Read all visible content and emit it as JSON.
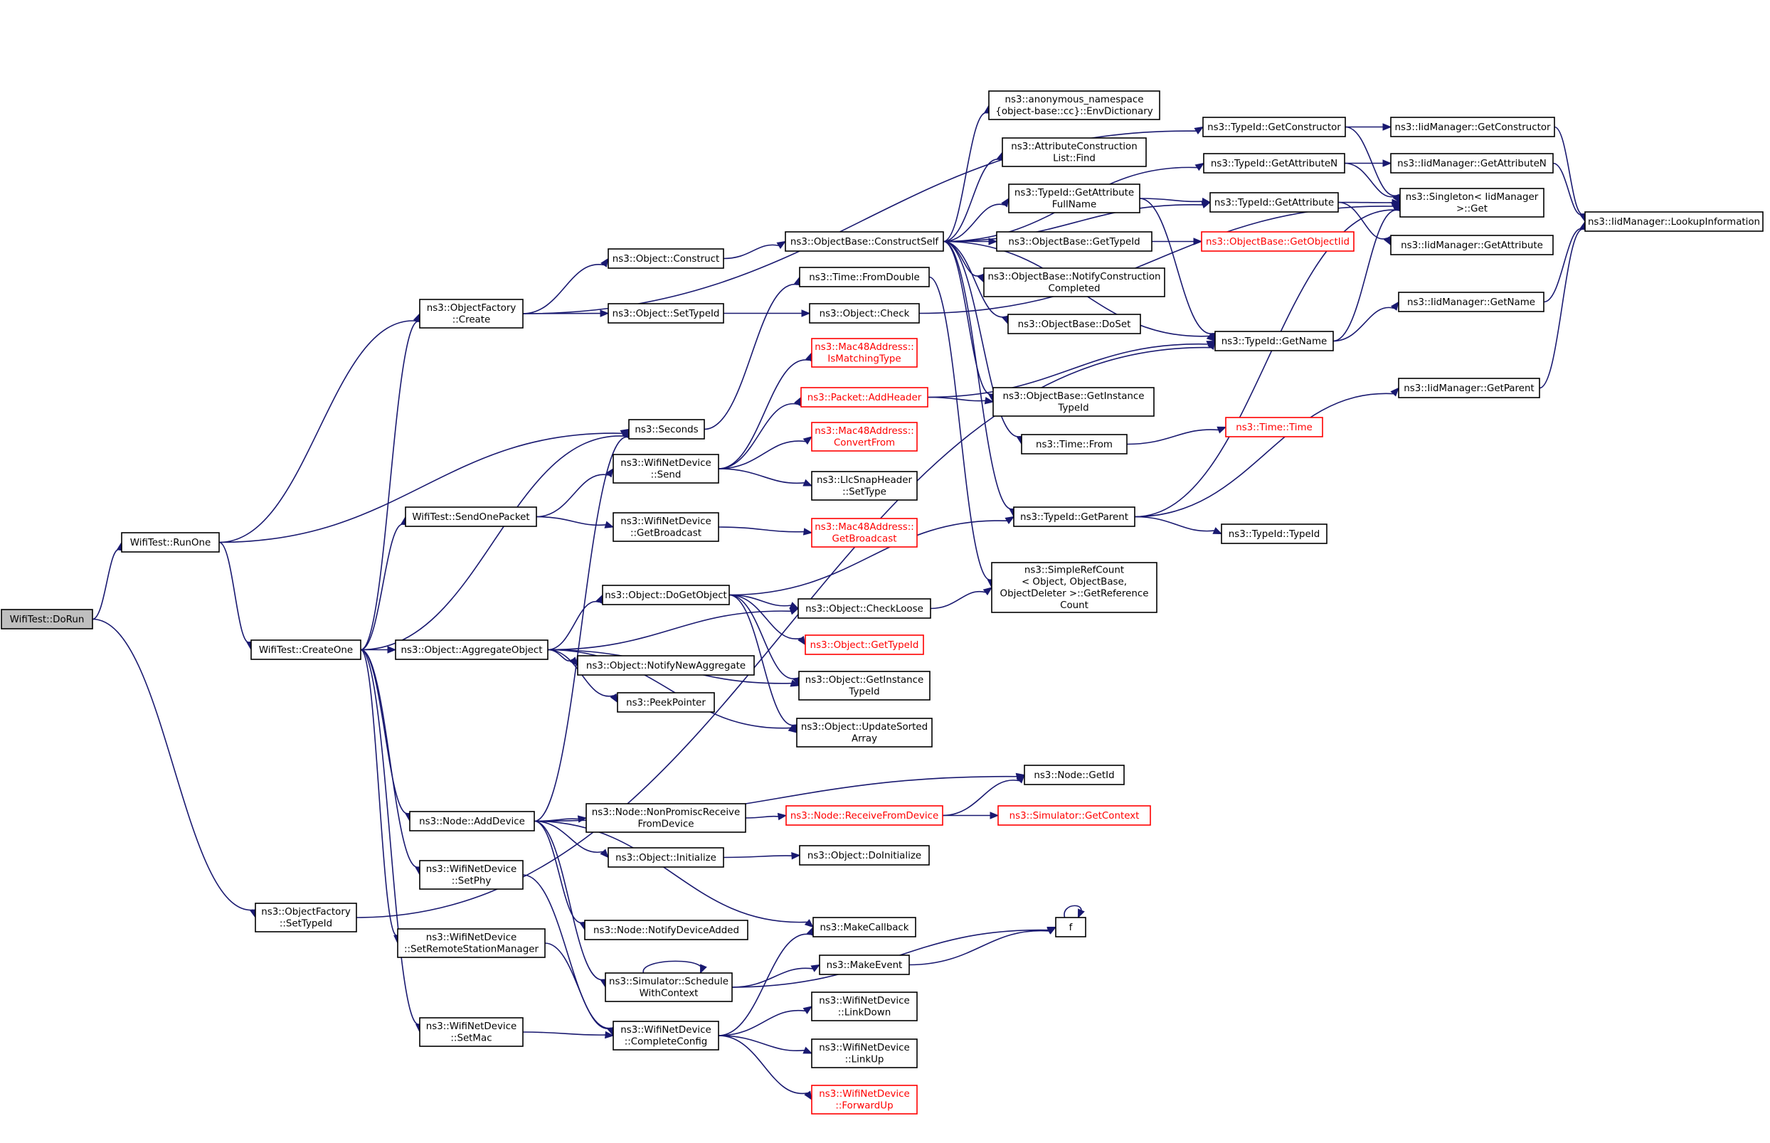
{
  "colors": {
    "edge": "#191970",
    "node_border": "#000000",
    "missing_link": "#ff0000",
    "root_fill": "#bfbfbf"
  },
  "nodes": [
    {
      "id": "dorun",
      "lines": [
        "WifiTest::DoRun"
      ],
      "style": "root"
    },
    {
      "id": "runone",
      "lines": [
        "WifiTest::RunOne"
      ]
    },
    {
      "id": "createone",
      "lines": [
        "WifiTest::CreateOne"
      ]
    },
    {
      "id": "ofsettypeid",
      "lines": [
        "ns3::ObjectFactory",
        "::SetTypeId"
      ]
    },
    {
      "id": "ofcreate",
      "lines": [
        "ns3::ObjectFactory",
        "::Create"
      ]
    },
    {
      "id": "seconds",
      "lines": [
        "ns3::Seconds"
      ]
    },
    {
      "id": "sendonepacket",
      "lines": [
        "WifiTest::SendOnePacket"
      ]
    },
    {
      "id": "aggregate",
      "lines": [
        "ns3::Object::AggregateObject"
      ]
    },
    {
      "id": "adddevice",
      "lines": [
        "ns3::Node::AddDevice"
      ]
    },
    {
      "id": "setphy",
      "lines": [
        "ns3::WifiNetDevice",
        "::SetPhy"
      ]
    },
    {
      "id": "setrsm",
      "lines": [
        "ns3::WifiNetDevice",
        "::SetRemoteStationManager"
      ]
    },
    {
      "id": "setmac",
      "lines": [
        "ns3::WifiNetDevice",
        "::SetMac"
      ]
    },
    {
      "id": "objconstruct",
      "lines": [
        "ns3::Object::Construct"
      ]
    },
    {
      "id": "objsettypeid",
      "lines": [
        "ns3::Object::SetTypeId"
      ]
    },
    {
      "id": "wndsend",
      "lines": [
        "ns3::WifiNetDevice",
        "::Send"
      ]
    },
    {
      "id": "wndgetbroadcast",
      "lines": [
        "ns3::WifiNetDevice",
        "::GetBroadcast"
      ]
    },
    {
      "id": "dogetobject",
      "lines": [
        "ns3::Object::DoGetObject"
      ]
    },
    {
      "id": "notifynewagg",
      "lines": [
        "ns3::Object::NotifyNewAggregate"
      ]
    },
    {
      "id": "peekpointer",
      "lines": [
        "ns3::PeekPointer"
      ]
    },
    {
      "id": "nonpromisc",
      "lines": [
        "ns3::Node::NonPromiscReceive",
        "FromDevice"
      ]
    },
    {
      "id": "objinitialize",
      "lines": [
        "ns3::Object::Initialize"
      ]
    },
    {
      "id": "notifydeviceadded",
      "lines": [
        "ns3::Node::NotifyDeviceAdded"
      ]
    },
    {
      "id": "schedulewc",
      "lines": [
        "ns3::Simulator::Schedule",
        "WithContext"
      ]
    },
    {
      "id": "completeconfig",
      "lines": [
        "ns3::WifiNetDevice",
        "::CompleteConfig"
      ]
    },
    {
      "id": "constructself",
      "lines": [
        "ns3::ObjectBase::ConstructSelf"
      ]
    },
    {
      "id": "fromdouble",
      "lines": [
        "ns3::Time::FromDouble"
      ]
    },
    {
      "id": "objcheck",
      "lines": [
        "ns3::Object::Check"
      ]
    },
    {
      "id": "ismatchingtype",
      "lines": [
        "ns3::Mac48Address::",
        "IsMatchingType"
      ],
      "style": "red"
    },
    {
      "id": "addheader",
      "lines": [
        "ns3::Packet::AddHeader"
      ],
      "style": "red"
    },
    {
      "id": "convertfrom",
      "lines": [
        "ns3::Mac48Address::",
        "ConvertFrom"
      ],
      "style": "red"
    },
    {
      "id": "llcsettype",
      "lines": [
        "ns3::LlcSnapHeader",
        "::SetType"
      ]
    },
    {
      "id": "macgetbroadcast",
      "lines": [
        "ns3::Mac48Address::",
        "GetBroadcast"
      ],
      "style": "red"
    },
    {
      "id": "checkloose",
      "lines": [
        "ns3::Object::CheckLoose"
      ]
    },
    {
      "id": "objgettypeid",
      "lines": [
        "ns3::Object::GetTypeId"
      ],
      "style": "red"
    },
    {
      "id": "objgetinstancetypeid",
      "lines": [
        "ns3::Object::GetInstance",
        "TypeId"
      ]
    },
    {
      "id": "updatesorted",
      "lines": [
        "ns3::Object::UpdateSorted",
        "Array"
      ]
    },
    {
      "id": "nodegetid",
      "lines": [
        "ns3::Node::GetId"
      ]
    },
    {
      "id": "receivefromdevice",
      "lines": [
        "ns3::Node::ReceiveFromDevice"
      ],
      "style": "red"
    },
    {
      "id": "simgetcontext",
      "lines": [
        "ns3::Simulator::GetContext"
      ],
      "style": "red"
    },
    {
      "id": "doinitialize",
      "lines": [
        "ns3::Object::DoInitialize"
      ]
    },
    {
      "id": "makecallback",
      "lines": [
        "ns3::MakeCallback"
      ]
    },
    {
      "id": "makeevent",
      "lines": [
        "ns3::MakeEvent"
      ]
    },
    {
      "id": "f",
      "lines": [
        "f"
      ]
    },
    {
      "id": "linkdown",
      "lines": [
        "ns3::WifiNetDevice",
        "::LinkDown"
      ]
    },
    {
      "id": "linkup",
      "lines": [
        "ns3::WifiNetDevice",
        "::LinkUp"
      ]
    },
    {
      "id": "forwardup",
      "lines": [
        "ns3::WifiNetDevice",
        "::ForwardUp"
      ],
      "style": "red"
    },
    {
      "id": "envdict",
      "lines": [
        "ns3::anonymous_namespace",
        "{object-base::cc}::EnvDictionary"
      ]
    },
    {
      "id": "acfind",
      "lines": [
        "ns3::AttributeConstruction",
        "List::Find"
      ]
    },
    {
      "id": "getattrfullname",
      "lines": [
        "ns3::TypeId::GetAttribute",
        "FullName"
      ]
    },
    {
      "id": "obgettypeid",
      "lines": [
        "ns3::ObjectBase::GetTypeId"
      ]
    },
    {
      "id": "notifyconstruction",
      "lines": [
        "ns3::ObjectBase::NotifyConstruction",
        "Completed"
      ]
    },
    {
      "id": "obdoset",
      "lines": [
        "ns3::ObjectBase::DoSet"
      ]
    },
    {
      "id": "obgetinstancetypeid",
      "lines": [
        "ns3::ObjectBase::GetInstance",
        "TypeId"
      ]
    },
    {
      "id": "timefrom",
      "lines": [
        "ns3::Time::From"
      ]
    },
    {
      "id": "tidgetparent",
      "lines": [
        "ns3::TypeId::GetParent"
      ]
    },
    {
      "id": "simplerefcount",
      "lines": [
        "ns3::SimpleRefCount",
        "< Object, ObjectBase,",
        "ObjectDeleter >::GetReference",
        "Count"
      ]
    },
    {
      "id": "tidgetconstructor",
      "lines": [
        "ns3::TypeId::GetConstructor"
      ]
    },
    {
      "id": "tidgetattributen",
      "lines": [
        "ns3::TypeId::GetAttributeN"
      ]
    },
    {
      "id": "tidgetattribute",
      "lines": [
        "ns3::TypeId::GetAttribute"
      ]
    },
    {
      "id": "obgetobjectiid",
      "lines": [
        "ns3::ObjectBase::GetObjectIid"
      ],
      "style": "red"
    },
    {
      "id": "tidgetname",
      "lines": [
        "ns3::TypeId::GetName"
      ]
    },
    {
      "id": "timetime",
      "lines": [
        "ns3::Time::Time"
      ],
      "style": "red"
    },
    {
      "id": "tidtypeid",
      "lines": [
        "ns3::TypeId::TypeId"
      ]
    },
    {
      "id": "iidgetconstructor",
      "lines": [
        "ns3::IidManager::GetConstructor"
      ]
    },
    {
      "id": "iidgetattributen",
      "lines": [
        "ns3::IidManager::GetAttributeN"
      ]
    },
    {
      "id": "singletonget",
      "lines": [
        "ns3::Singleton< IidManager",
        ">::Get"
      ]
    },
    {
      "id": "iidgetattribute",
      "lines": [
        "ns3::IidManager::GetAttribute"
      ]
    },
    {
      "id": "iidgetname",
      "lines": [
        "ns3::IidManager::GetName"
      ]
    },
    {
      "id": "iidgetparent",
      "lines": [
        "ns3::IidManager::GetParent"
      ]
    },
    {
      "id": "lookupinfo",
      "lines": [
        "ns3::IidManager::LookupInformation"
      ]
    }
  ],
  "edges": [
    [
      "dorun",
      "runone"
    ],
    [
      "dorun",
      "ofsettypeid"
    ],
    [
      "runone",
      "ofcreate"
    ],
    [
      "runone",
      "seconds"
    ],
    [
      "runone",
      "createone"
    ],
    [
      "createone",
      "ofcreate"
    ],
    [
      "createone",
      "seconds"
    ],
    [
      "createone",
      "sendonepacket"
    ],
    [
      "createone",
      "aggregate"
    ],
    [
      "createone",
      "adddevice"
    ],
    [
      "createone",
      "setphy"
    ],
    [
      "createone",
      "setrsm"
    ],
    [
      "createone",
      "setmac"
    ],
    [
      "ofsettypeid",
      "tidgetname"
    ],
    [
      "ofcreate",
      "tidgetconstructor"
    ],
    [
      "ofcreate",
      "objconstruct"
    ],
    [
      "ofcreate",
      "objsettypeid"
    ],
    [
      "seconds",
      "fromdouble"
    ],
    [
      "sendonepacket",
      "wndsend"
    ],
    [
      "sendonepacket",
      "wndgetbroadcast"
    ],
    [
      "aggregate",
      "dogetobject"
    ],
    [
      "aggregate",
      "checkloose"
    ],
    [
      "aggregate",
      "objgetinstancetypeid"
    ],
    [
      "aggregate",
      "notifynewagg"
    ],
    [
      "aggregate",
      "peekpointer"
    ],
    [
      "aggregate",
      "updatesorted"
    ],
    [
      "adddevice",
      "seconds"
    ],
    [
      "adddevice",
      "nodegetid"
    ],
    [
      "adddevice",
      "nonpromisc"
    ],
    [
      "adddevice",
      "objinitialize"
    ],
    [
      "adddevice",
      "notifydeviceadded"
    ],
    [
      "adddevice",
      "makecallback"
    ],
    [
      "adddevice",
      "schedulewc"
    ],
    [
      "setphy",
      "completeconfig"
    ],
    [
      "setrsm",
      "completeconfig"
    ],
    [
      "setmac",
      "completeconfig"
    ],
    [
      "objconstruct",
      "constructself"
    ],
    [
      "objsettypeid",
      "objcheck"
    ],
    [
      "wndsend",
      "ismatchingtype"
    ],
    [
      "wndsend",
      "addheader"
    ],
    [
      "wndsend",
      "convertfrom"
    ],
    [
      "wndsend",
      "llcsettype"
    ],
    [
      "wndgetbroadcast",
      "macgetbroadcast"
    ],
    [
      "dogetobject",
      "tidgetparent"
    ],
    [
      "dogetobject",
      "checkloose"
    ],
    [
      "dogetobject",
      "objgettypeid"
    ],
    [
      "dogetobject",
      "objgetinstancetypeid"
    ],
    [
      "dogetobject",
      "updatesorted"
    ],
    [
      "nonpromisc",
      "receivefromdevice"
    ],
    [
      "objinitialize",
      "doinitialize"
    ],
    [
      "schedulewc",
      "schedulewc"
    ],
    [
      "schedulewc",
      "f"
    ],
    [
      "schedulewc",
      "makeevent"
    ],
    [
      "completeconfig",
      "makecallback"
    ],
    [
      "completeconfig",
      "linkdown"
    ],
    [
      "completeconfig",
      "linkup"
    ],
    [
      "completeconfig",
      "forwardup"
    ],
    [
      "constructself",
      "envdict"
    ],
    [
      "constructself",
      "acfind"
    ],
    [
      "constructself",
      "getattrfullname"
    ],
    [
      "constructself",
      "obgettypeid"
    ],
    [
      "constructself",
      "notifyconstruction"
    ],
    [
      "constructself",
      "obdoset"
    ],
    [
      "constructself",
      "obgetinstancetypeid"
    ],
    [
      "constructself",
      "timefrom"
    ],
    [
      "constructself",
      "tidgetparent"
    ],
    [
      "constructself",
      "tidgetname"
    ],
    [
      "constructself",
      "tidgetattributen"
    ],
    [
      "constructself",
      "tidgetattribute"
    ],
    [
      "fromdouble",
      "simplerefcount"
    ],
    [
      "objcheck",
      "singletonget"
    ],
    [
      "addheader",
      "obgetinstancetypeid"
    ],
    [
      "addheader",
      "tidgetname"
    ],
    [
      "checkloose",
      "simplerefcount"
    ],
    [
      "receivefromdevice",
      "nodegetid"
    ],
    [
      "receivefromdevice",
      "simgetcontext"
    ],
    [
      "makeevent",
      "f"
    ],
    [
      "f",
      "f"
    ],
    [
      "getattrfullname",
      "tidgetattribute"
    ],
    [
      "getattrfullname",
      "tidgetname"
    ],
    [
      "obgettypeid",
      "obgetobjectiid"
    ],
    [
      "timefrom",
      "timetime"
    ],
    [
      "tidgetparent",
      "singletonget"
    ],
    [
      "tidgetparent",
      "iidgetparent"
    ],
    [
      "tidgetparent",
      "tidtypeid"
    ],
    [
      "tidgetconstructor",
      "iidgetconstructor"
    ],
    [
      "tidgetconstructor",
      "singletonget"
    ],
    [
      "tidgetattributen",
      "iidgetattributen"
    ],
    [
      "tidgetattributen",
      "singletonget"
    ],
    [
      "tidgetattribute",
      "singletonget"
    ],
    [
      "tidgetattribute",
      "iidgetattribute"
    ],
    [
      "tidgetname",
      "singletonget"
    ],
    [
      "tidgetname",
      "iidgetname"
    ],
    [
      "iidgetconstructor",
      "lookupinfo"
    ],
    [
      "iidgetattributen",
      "lookupinfo"
    ],
    [
      "iidgetname",
      "lookupinfo"
    ],
    [
      "iidgetparent",
      "lookupinfo"
    ]
  ]
}
